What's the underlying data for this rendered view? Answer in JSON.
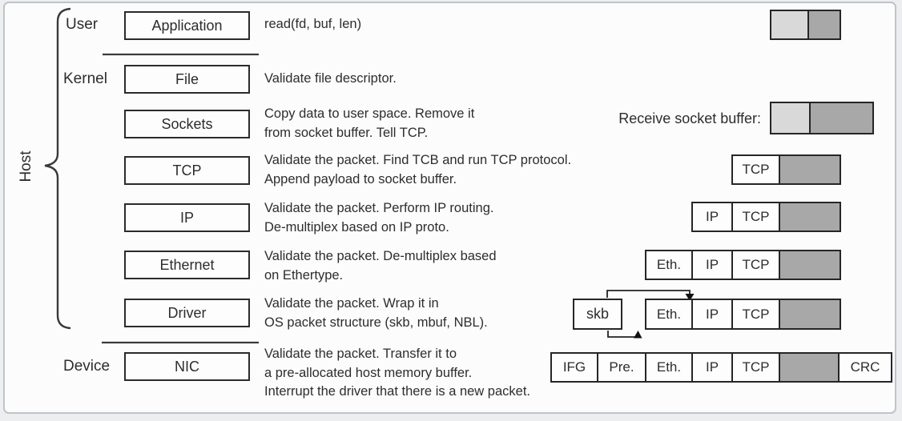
{
  "diagram": {
    "host_label": "Host",
    "sections": {
      "user": "User",
      "kernel": "Kernel",
      "device": "Device"
    },
    "receive_buffer_label": "Receive socket buffer:",
    "skb_label": "skb"
  },
  "rows": [
    {
      "box": "Application",
      "desc": [
        "read(fd, buf, len)"
      ]
    },
    {
      "box": "File",
      "desc": [
        "Validate file descriptor."
      ]
    },
    {
      "box": "Sockets",
      "desc": [
        "Copy data to user space. Remove it",
        "from socket buffer. Tell TCP."
      ]
    },
    {
      "box": "TCP",
      "desc": [
        "Validate the packet. Find TCB and run TCP protocol.",
        "Append payload to socket buffer."
      ]
    },
    {
      "box": "IP",
      "desc": [
        "Validate the packet. Perform IP routing.",
        "De-multiplex based on IP proto."
      ]
    },
    {
      "box": "Ethernet",
      "desc": [
        "Validate the packet. De-multiplex based",
        "on Ethertype."
      ]
    },
    {
      "box": "Driver",
      "desc": [
        "Validate the packet. Wrap it in",
        "OS packet structure (skb, mbuf, NBL)."
      ]
    },
    {
      "box": "NIC",
      "desc": [
        "Validate the packet. Transfer it to",
        "a pre-allocated host memory buffer.",
        "Interrupt the driver that there is a new packet."
      ]
    }
  ],
  "packets": {
    "app_buffer": {
      "cells": [
        {
          "shade": "light",
          "w": 47
        },
        {
          "shade": "dark",
          "w": 38
        }
      ]
    },
    "socket_buffer": {
      "cells": [
        {
          "shade": "light",
          "w": 49
        },
        {
          "shade": "dark",
          "w": 77
        }
      ]
    },
    "tcp_segment": {
      "cells": [
        {
          "label": "TCP",
          "shade": "white",
          "w": 59
        },
        {
          "shade": "dark",
          "w": 74
        }
      ]
    },
    "ip_packet": {
      "cells": [
        {
          "label": "IP",
          "shade": "white",
          "w": 50
        },
        {
          "label": "TCP",
          "shade": "white",
          "w": 59
        },
        {
          "shade": "dark",
          "w": 74
        }
      ]
    },
    "eth_frame": {
      "cells": [
        {
          "label": "Eth.",
          "shade": "white",
          "w": 58
        },
        {
          "label": "IP",
          "shade": "white",
          "w": 50
        },
        {
          "label": "TCP",
          "shade": "white",
          "w": 59
        },
        {
          "shade": "dark",
          "w": 74
        }
      ]
    },
    "driver_frame": {
      "cells": [
        {
          "label": "Eth.",
          "shade": "white",
          "w": 58
        },
        {
          "label": "IP",
          "shade": "white",
          "w": 50
        },
        {
          "label": "TCP",
          "shade": "white",
          "w": 59
        },
        {
          "shade": "dark",
          "w": 74
        }
      ]
    },
    "nic_frame": {
      "cells": [
        {
          "label": "IFG",
          "shade": "white",
          "w": 58
        },
        {
          "label": "Pre.",
          "shade": "white",
          "w": 60
        },
        {
          "label": "Eth.",
          "shade": "white",
          "w": 58
        },
        {
          "label": "IP",
          "shade": "white",
          "w": 50
        },
        {
          "label": "TCP",
          "shade": "white",
          "w": 59
        },
        {
          "shade": "dark",
          "w": 74
        },
        {
          "label": "CRC",
          "shade": "white",
          "w": 64
        }
      ]
    }
  },
  "colors": {
    "cell_white": "#fdfdfd",
    "cell_light": "#d9d9d9",
    "cell_dark": "#a8a8a8",
    "line": "#2b2b2b"
  }
}
